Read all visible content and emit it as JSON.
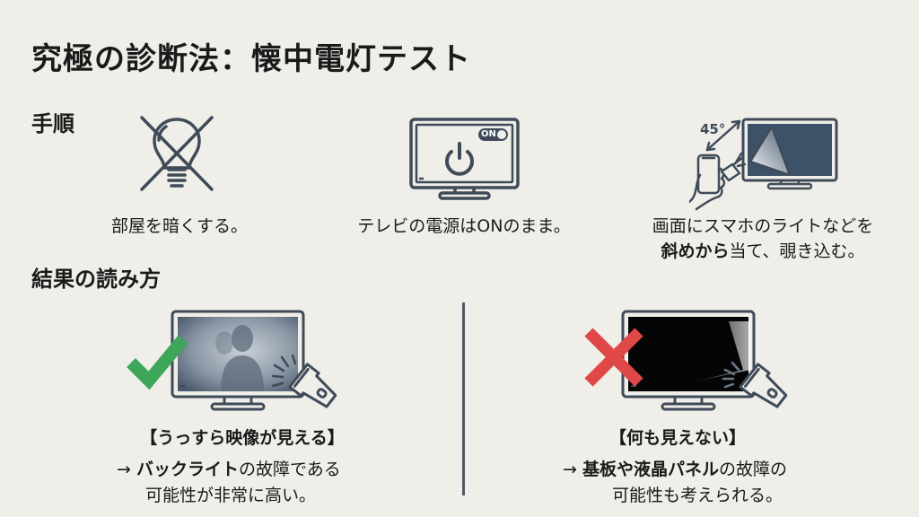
{
  "title": "究極の診断法：懐中電灯テスト",
  "procedure": {
    "heading": "手順",
    "steps": [
      {
        "icon": "lightbulb-crossed-icon",
        "text": "部屋を暗くする。"
      },
      {
        "icon": "tv-power-on-icon",
        "badge": "ON",
        "text": "テレビの電源はONのまま。"
      },
      {
        "icon": "phone-light-angle-icon",
        "angle_label": "45°",
        "text_line1": "画面にスマホのライトなどを",
        "text_line2_bold": "斜めから",
        "text_line2_rest": "当て、覗き込む。"
      }
    ]
  },
  "results": {
    "heading": "結果の読み方",
    "items": [
      {
        "mark": "check",
        "mark_color": "#3ea65a",
        "label": "【うっすら映像が見える】",
        "arrow": "→ ",
        "bold": "バックライト",
        "rest_line1": "の故障である",
        "line2": "可能性が非常に高い。"
      },
      {
        "mark": "cross",
        "mark_color": "#e04848",
        "label": "【何も見えない】",
        "arrow": "→ ",
        "bold": "基板や液晶パネル",
        "rest_line1": "の故障の",
        "line2": "可能性も考えられる。"
      }
    ]
  },
  "colors": {
    "background": "#efeee9",
    "icon_stroke": "#3f4b58",
    "screen_blue": "#3d5268"
  }
}
